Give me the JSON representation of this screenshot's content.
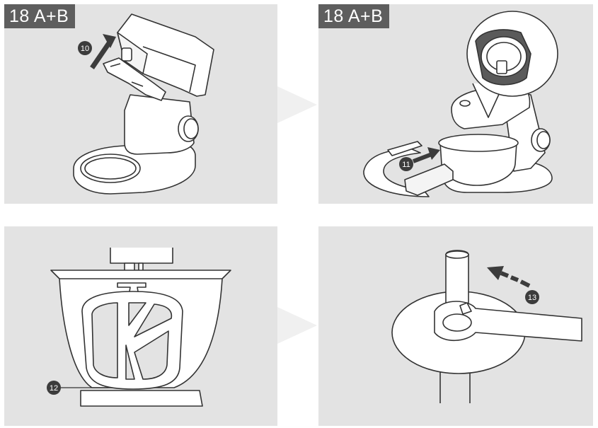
{
  "panels": [
    {
      "tag": "18 A+B",
      "step": "10"
    },
    {
      "tag": "18 A+B",
      "step": "11"
    },
    {
      "tag": "",
      "step": "12"
    },
    {
      "tag": "",
      "step": "13"
    }
  ],
  "colors": {
    "panel_bg": "#e3e3e3",
    "tag_bg": "#5e5e5e",
    "line": "#333333",
    "arrow": "#3c3c3c",
    "between_arrow": "#f0f0f0"
  }
}
